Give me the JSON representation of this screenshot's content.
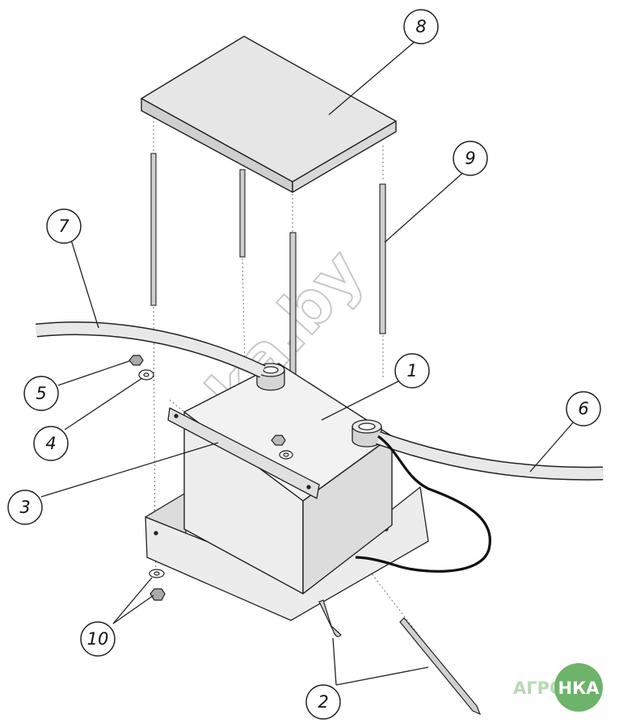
{
  "callouts": [
    {
      "id": "1",
      "label": "1"
    },
    {
      "id": "2",
      "label": "2"
    },
    {
      "id": "3",
      "label": "3"
    },
    {
      "id": "4",
      "label": "4"
    },
    {
      "id": "5",
      "label": "5"
    },
    {
      "id": "6",
      "label": "6"
    },
    {
      "id": "7",
      "label": "7"
    },
    {
      "id": "8",
      "label": "8"
    },
    {
      "id": "9",
      "label": "9"
    },
    {
      "id": "10",
      "label": "10"
    }
  ],
  "watermark": "nka.by",
  "logo": {
    "left": "АГРО",
    "right": "НКА",
    "color": "#6db36a"
  }
}
